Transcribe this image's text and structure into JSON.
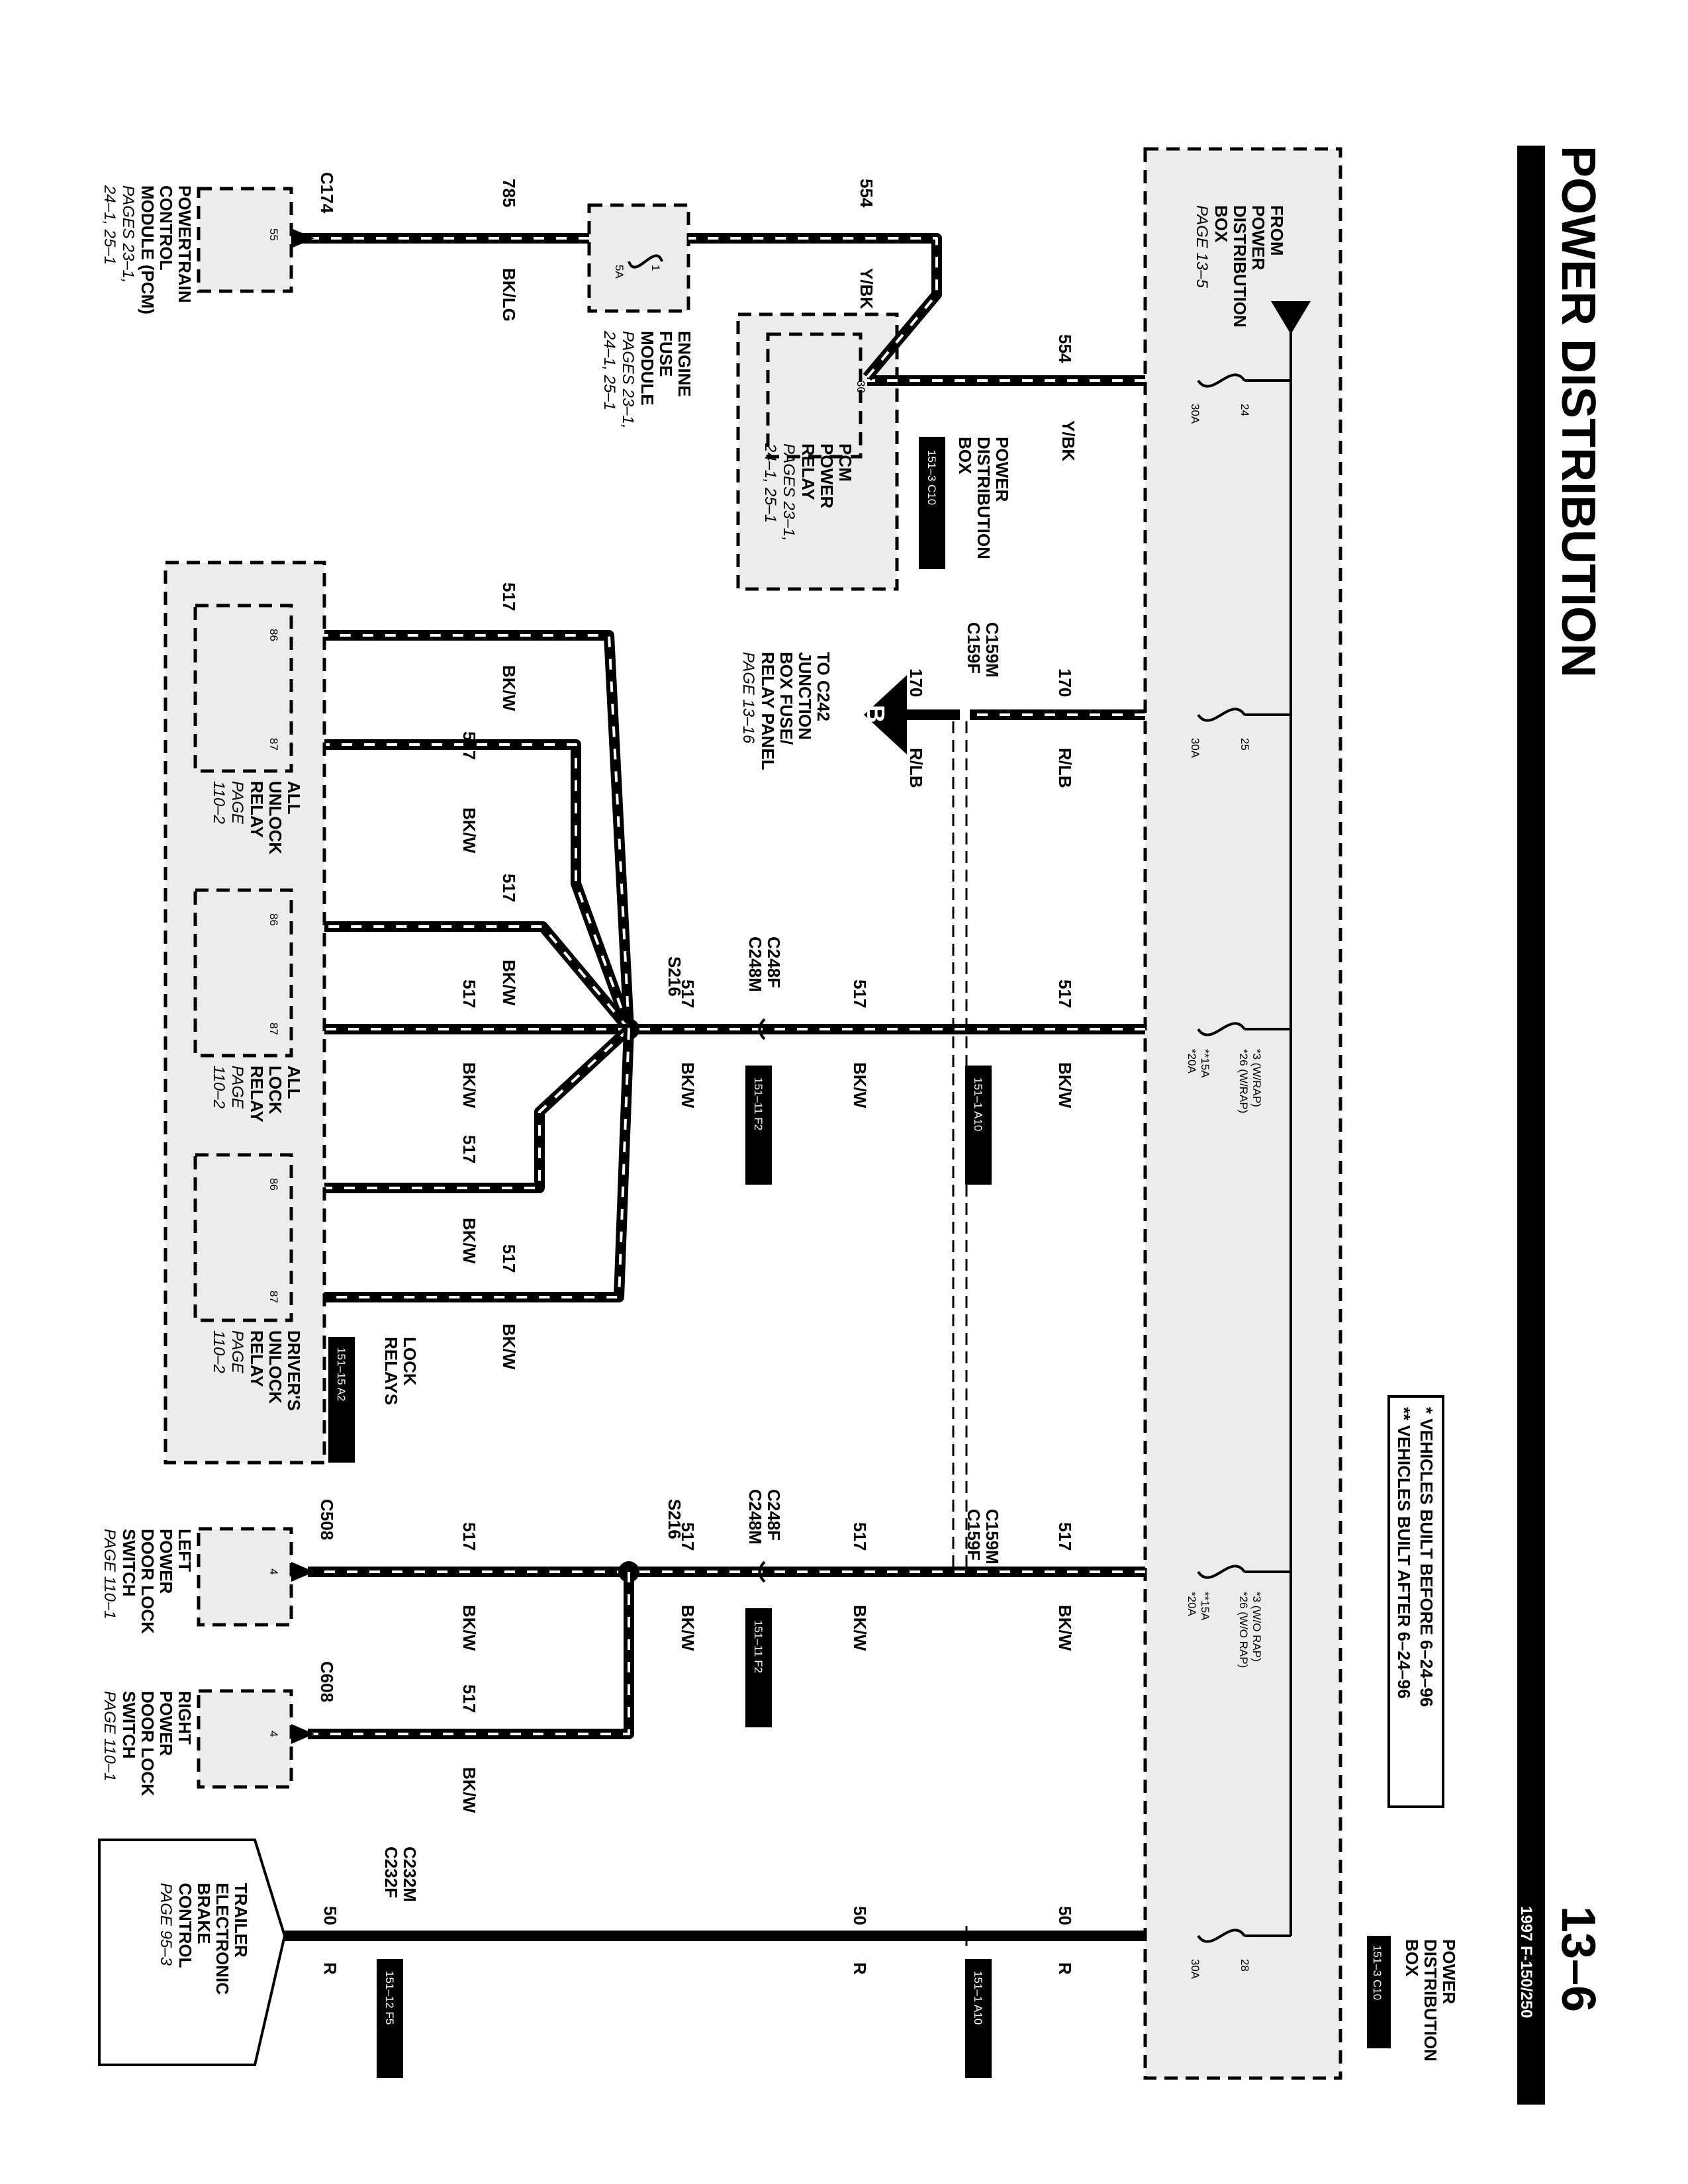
{
  "header": {
    "title": "POWER DISTRIBUTION",
    "page_number": "13–6",
    "model": "1997 F-150/250"
  },
  "legend": {
    "line1": "* VEHICLES BUILT BEFORE 6–24–96",
    "line2": "** VEHICLES BUILT AFTER 6–24–96"
  },
  "components": {
    "pdb_side": [
      "POWER",
      "DISTRIBUTION",
      "BOX"
    ],
    "pdb_side_tag": "151–3 C10",
    "from_pdb": [
      "FROM",
      "POWER",
      "DISTRIBUTION",
      "BOX",
      "PAGE 13–5"
    ],
    "pdb_top": [
      "POWER",
      "DISTRIBUTION",
      "BOX"
    ],
    "pdb_top_tag": "151–3 C10",
    "pcm_relay": [
      "PCM",
      "POWER",
      "RELAY",
      "PAGES 23–1,",
      "24–1, 25–1"
    ],
    "pcm_relay_pin": "30",
    "engine_fuse": [
      "ENGINE",
      "FUSE",
      "MODULE",
      "PAGES 23–1,",
      "24–1, 25–1"
    ],
    "engine_fuse_num": "1",
    "engine_fuse_amp": "5A",
    "pcm": [
      "POWERTRAIN",
      "CONTROL",
      "MODULE (PCM)",
      "PAGES 23–1,",
      "24–1, 25–1"
    ],
    "pcm_pin": "55",
    "pcm_connector": "C174",
    "junction": [
      "TO C242",
      "JUNCTION",
      "BOX FUSE/",
      "RELAY PANEL",
      "PAGE 13–16"
    ],
    "junction_letter": "B",
    "all_unlock_relay": [
      "ALL",
      "UNLOCK",
      "RELAY",
      "PAGE",
      "110–2"
    ],
    "all_lock_relay": [
      "ALL",
      "LOCK",
      "RELAY",
      "PAGE",
      "110–2"
    ],
    "drivers_unlock_relay": [
      "DRIVER'S",
      "UNLOCK",
      "RELAY",
      "PAGE",
      "110–2"
    ],
    "relay_pins_86": "86",
    "relay_pins_87": "87",
    "lock_relays": [
      "LOCK",
      "RELAYS"
    ],
    "lock_relays_tag": "151–15 A2",
    "left_switch": [
      "LEFT",
      "POWER",
      "DOOR LOCK",
      "SWITCH",
      "PAGE 110–1"
    ],
    "left_connector": "C508",
    "left_pin": "4",
    "right_switch": [
      "RIGHT",
      "POWER",
      "DOOR LOCK",
      "SWITCH",
      "PAGE 110–1"
    ],
    "right_connector": "C608",
    "right_pin": "4",
    "trailer": [
      "TRAILER",
      "ELECTRONIC",
      "BRAKE",
      "CONTROL",
      "PAGE 95–3"
    ]
  },
  "fuses": {
    "f24": {
      "num": "24",
      "amp": "30A"
    },
    "f25": {
      "num": "25",
      "amp": "30A"
    },
    "f26a": {
      "num": [
        "*3 (W/RAP)",
        "*26 (W/RAP)"
      ],
      "amp": [
        "**15A",
        "*20A"
      ]
    },
    "f26b": {
      "num": [
        "*3 (W/O RAP)",
        "*26 (W/O RAP)"
      ],
      "amp": [
        "**15A",
        "*20A"
      ]
    },
    "f28": {
      "num": "28",
      "amp": "30A"
    }
  },
  "wires": {
    "w554_top": {
      "circuit": "554",
      "color": "Y/BK"
    },
    "w554_pcm": {
      "circuit": "554",
      "color": "Y/BK"
    },
    "w785": {
      "circuit": "785",
      "color": "BK/LG"
    },
    "w170_a": {
      "circuit": "170",
      "color": "R/LB"
    },
    "w170_b": {
      "circuit": "170",
      "color": "R/LB"
    },
    "w517": {
      "circuit": "517",
      "color": "BK/W"
    },
    "w50": {
      "circuit": "50",
      "color": "R"
    }
  },
  "connectors": {
    "c159": [
      "C159M",
      "C159F"
    ],
    "c248": [
      "C248F",
      "C248M"
    ],
    "c232": [
      "C232M",
      "C232F"
    ],
    "s216": "S216"
  },
  "tags": {
    "t_151_1_a10": "151–1 A10",
    "t_151_11_f2": "151–11 F2",
    "t_151_12_f5": "151–12 F5"
  }
}
